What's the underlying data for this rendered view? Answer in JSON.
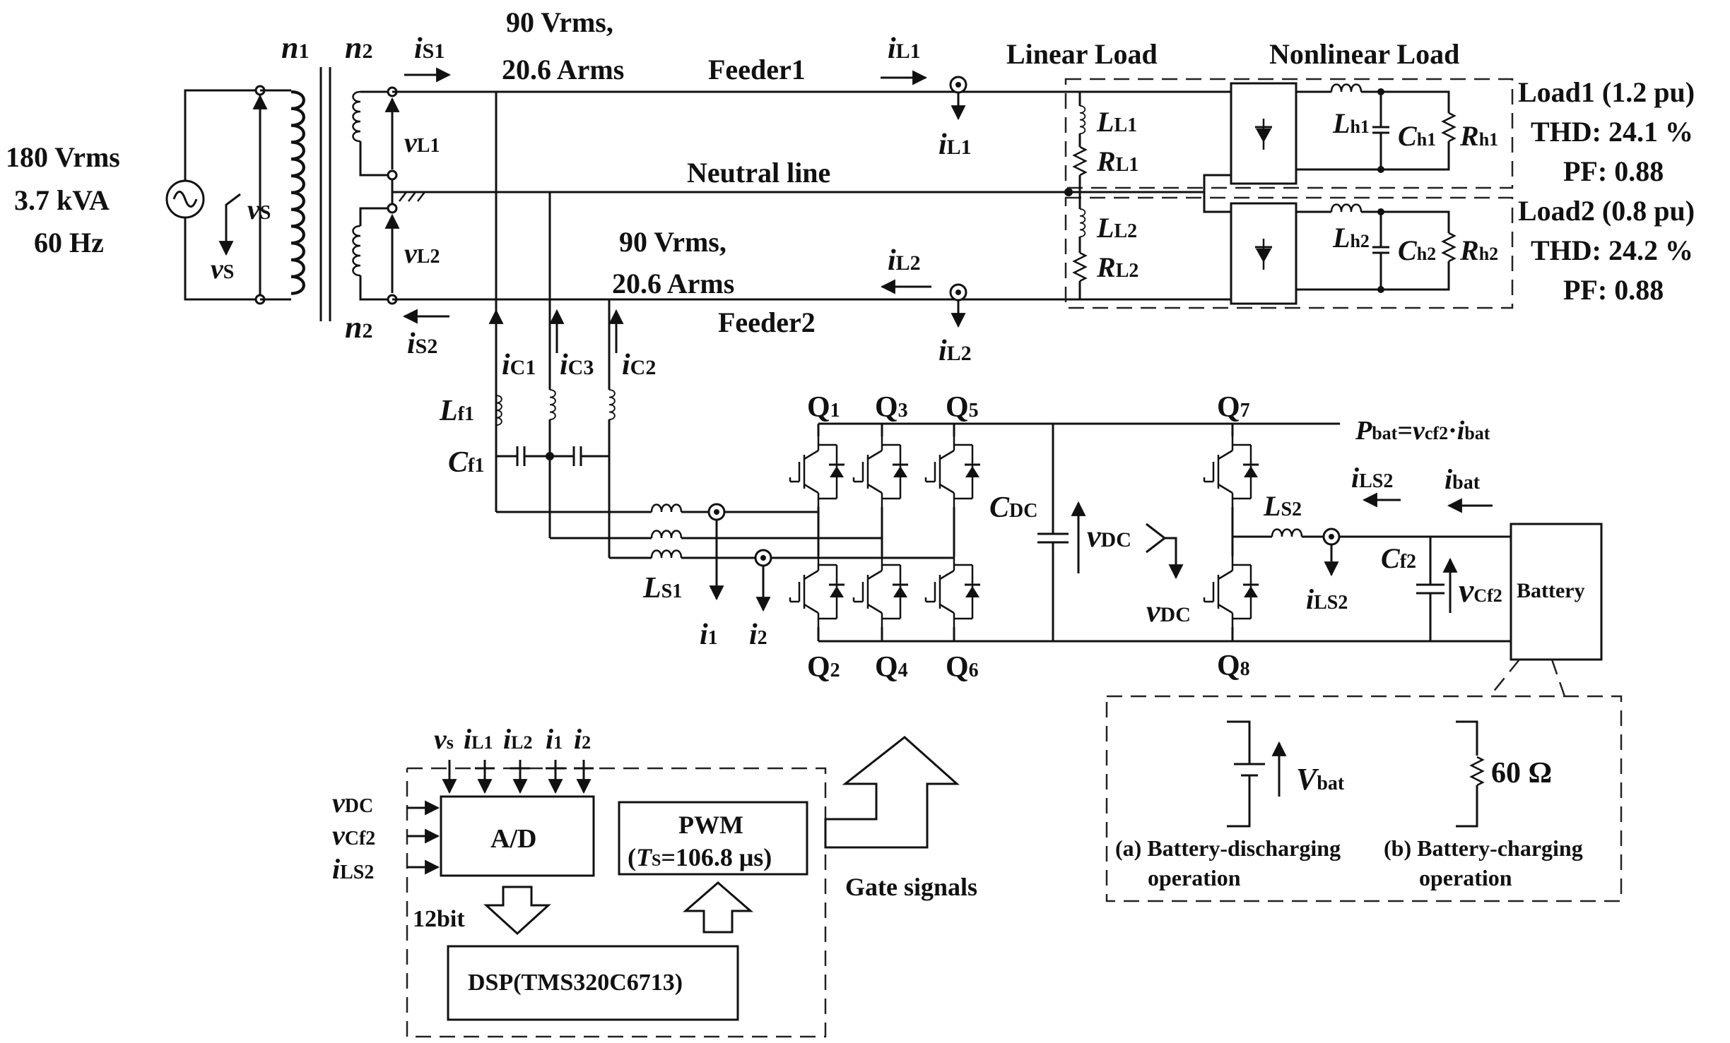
{
  "source": {
    "voltage": "180 Vrms",
    "power": "3.7 kVA",
    "freq": "60 Hz",
    "v_sym": "v",
    "v_sub": "S"
  },
  "transformer": {
    "n1": "n",
    "n1_sub": "1",
    "n2": "n",
    "n2_sub": "2"
  },
  "feeder1": {
    "v": "90 Vrms,",
    "i": "20.6 Arms",
    "label": "Feeder1",
    "iS": "i",
    "iS_sub": "S1",
    "vL": "v",
    "vL_sub": "L1",
    "iL": "i",
    "iL_sub": "L1"
  },
  "feeder2": {
    "v": "90 Vrms,",
    "i": "20.6 Arms",
    "label": "Feeder2",
    "iS": "i",
    "iS_sub": "S2",
    "vL": "v",
    "vL_sub": "L2",
    "iL": "i",
    "iL_sub": "L2"
  },
  "neutral": "Neutral line",
  "loads": {
    "linear_title": "Linear Load",
    "nonlinear_title": "Nonlinear Load",
    "load1": {
      "name": "Load1 (1.2 pu)",
      "thd": "THD: 24.1 %",
      "pf": "PF: 0.88",
      "L": "L",
      "L_sub": "L1",
      "R": "R",
      "R_sub": "L1",
      "Lh": "L",
      "Lh_sub": "h1",
      "Ch": "C",
      "Ch_sub": "h1",
      "Rh": "R",
      "Rh_sub": "h1"
    },
    "load2": {
      "name": "Load2 (0.8 pu)",
      "thd": "THD: 24.2 %",
      "pf": "PF: 0.88",
      "L": "L",
      "L_sub": "L2",
      "R": "R",
      "R_sub": "L2",
      "Lh": "L",
      "Lh_sub": "h2",
      "Ch": "C",
      "Ch_sub": "h2",
      "Rh": "R",
      "Rh_sub": "h2"
    }
  },
  "filter": {
    "iC1": "i",
    "iC1_sub": "C1",
    "iC3": "i",
    "iC3_sub": "C3",
    "iC2": "i",
    "iC2_sub": "C2",
    "Lf": "L",
    "Lf_sub": "f1",
    "Cf": "C",
    "Cf_sub": "f1",
    "LS1": "L",
    "LS1_sub": "S1",
    "i1": "i",
    "i1_sub": "1",
    "i2": "i",
    "i2_sub": "2"
  },
  "switches": {
    "Q1": "Q",
    "Q1_sub": "1",
    "Q3": "Q",
    "Q3_sub": "3",
    "Q5": "Q",
    "Q5_sub": "5",
    "Q7": "Q",
    "Q7_sub": "7",
    "Q2": "Q",
    "Q2_sub": "2",
    "Q4": "Q",
    "Q4_sub": "4",
    "Q6": "Q",
    "Q6_sub": "6",
    "Q8": "Q",
    "Q8_sub": "8"
  },
  "dc": {
    "Cdc": "C",
    "Cdc_sub": "DC",
    "vdc": "v",
    "vdc_sub": "DC",
    "LS2": "L",
    "LS2_sub": "S2",
    "iLS2": "i",
    "iLS2_sub": "LS2",
    "ibat": "i",
    "ibat_sub": "bat",
    "Cf2": "C",
    "Cf2_sub": "f2",
    "vCf2": "v",
    "vCf2_sub": "Cf2",
    "battery": "Battery",
    "pbat_P": "P",
    "pbat_P_sub": "bat",
    "pbat_eq": "=",
    "pbat_v": "v",
    "pbat_v_sub": "cf2",
    "pbat_dot": "·",
    "pbat_i": "i",
    "pbat_i_sub": "bat"
  },
  "battery_modes": {
    "vbat": "V",
    "vbat_sub": "bat",
    "resistor": "60 Ω",
    "a_line1": "(a) Battery-discharging",
    "a_line2": "operation",
    "b_line1": "(b) Battery-charging",
    "b_line2": "operation"
  },
  "control": {
    "inputs_top": [
      {
        "sym": "v",
        "sub": "s"
      },
      {
        "sym": "i",
        "sub": "L1"
      },
      {
        "sym": "i",
        "sub": "L2"
      },
      {
        "sym": "i",
        "sub": "1"
      },
      {
        "sym": "i",
        "sub": "2"
      }
    ],
    "inputs_left": [
      {
        "sym": "v",
        "sub": "DC"
      },
      {
        "sym": "v",
        "sub": "Cf2"
      },
      {
        "sym": "i",
        "sub": "LS2"
      }
    ],
    "ad": "A/D",
    "bits": "12bit",
    "pwm": "PWM",
    "pwm_ts_open": "(",
    "pwm_ts": "T",
    "pwm_ts_sub": "S",
    "pwm_ts_val": "=106.8 μs)",
    "dsp": "DSP(TMS320C6713)",
    "gate": "Gate signals"
  }
}
